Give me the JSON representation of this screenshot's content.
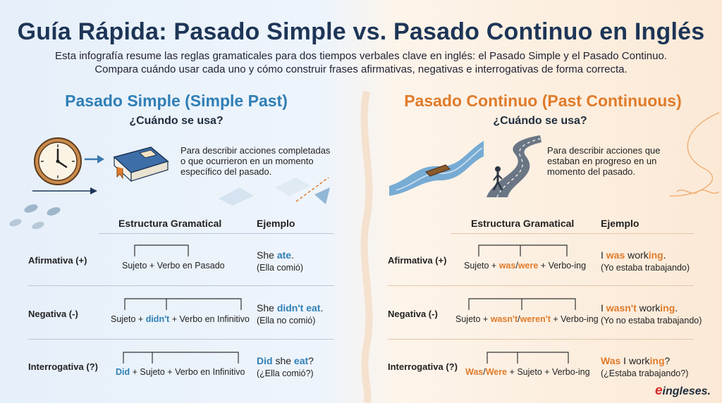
{
  "header": {
    "title": "Guía Rápida: Pasado Simple vs. Pasado Continuo en Inglés",
    "subtitle_line1": "Esta infografía resume las reglas gramaticales para dos tiempos verbales clave en inglés: el Pasado Simple y el Pasado Continuo.",
    "subtitle_line2": "Compara cuándo usar cada uno y cómo construir frases afirmativas, negativas e interrogativas de forma correcta."
  },
  "colors": {
    "blue": "#2f7fb6",
    "orange": "#e07b2a",
    "title": "#1d3557"
  },
  "left": {
    "title": "Pasado Simple (Simple Past)",
    "question": "¿Cuándo se usa?",
    "description": "Para describir acciones completadas o que ocurrieron en un momento específico del pasado.",
    "icons": [
      "clock-icon",
      "arrow-right-icon",
      "book-icon",
      "footprints-icon"
    ],
    "table": {
      "col_structure": "Estructura Gramatical",
      "col_example": "Ejemplo",
      "rows": [
        {
          "label": "Afirmativa (+)",
          "formula": "Sujeto + Verbo en Pasado",
          "ex_a": "She ",
          "ex_b": "ate",
          "ex_c": ".",
          "translation": "(Ella comió)"
        },
        {
          "label": "Negativa (-)",
          "f_a": "Sujeto + ",
          "f_b": "didn't",
          "f_c": " + Verbo en Infinitivo",
          "ex_a": "She ",
          "ex_b": "didn't eat",
          "ex_c": ".",
          "translation": "(Ella no comió)"
        },
        {
          "label": "Interrogativa (?)",
          "f_b": "Did",
          "f_c": " + Sujeto + Verbo en Infinitivo",
          "ex_b": "Did",
          "ex_a": " she ",
          "ex_d": "eat",
          "ex_c": "?",
          "translation": "(¿Ella comió?)"
        }
      ]
    }
  },
  "right": {
    "title": "Pasado Continuo (Past Continuous)",
    "question": "¿Cuándo se usa?",
    "description": "Para describir acciones que estaban en progreso en un momento del pasado.",
    "icons": [
      "river-boat-icon",
      "road-walker-icon"
    ],
    "table": {
      "col_structure": "Estructura Gramatical",
      "col_example": "Ejemplo",
      "rows": [
        {
          "label": "Afirmativa (+)",
          "f_a": "Sujeto + ",
          "f_b": "was",
          "f_c": "/",
          "f_d": "were",
          "f_e": " + Verbo-ing",
          "ex_a": "I ",
          "ex_b": "was",
          "ex_c": " work",
          "ex_d": "ing",
          "ex_e": ".",
          "translation": "(Yo estaba trabajando)"
        },
        {
          "label": "Negativa (-)",
          "f_a": "Sujeto + ",
          "f_b": "wasn't",
          "f_c": "/",
          "f_d": "weren't",
          "f_e": " + Verbo-ing",
          "ex_a": "I ",
          "ex_b": "wasn't",
          "ex_c": " work",
          "ex_d": "ing",
          "ex_e": ".",
          "translation": "(Yo no estaba trabajando)"
        },
        {
          "label": "Interrogativa (?)",
          "f_b": "Was",
          "f_c": "/",
          "f_d": "Were",
          "f_e": " + Sujeto + Verbo-ing",
          "ex_b": "Was",
          "ex_a": " I work",
          "ex_d": "ing",
          "ex_e": "?",
          "translation": "(¿Estaba trabajando?)"
        }
      ]
    }
  },
  "logo": {
    "e": "e",
    "rest": "ingleses."
  }
}
